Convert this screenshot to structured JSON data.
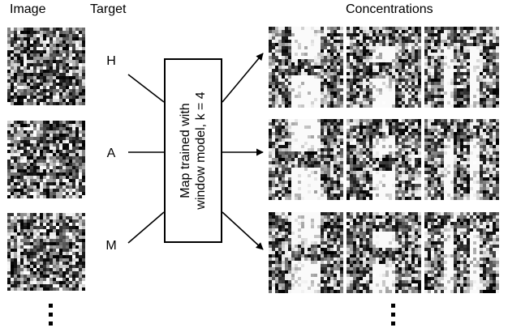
{
  "headers": {
    "image": "Image",
    "target": "Target",
    "concentrations": "Concentrations"
  },
  "rows": [
    {
      "target": "H",
      "letters": [
        "H",
        "A",
        "M"
      ]
    },
    {
      "target": "A",
      "letters": [
        "H",
        "A",
        "M"
      ]
    },
    {
      "target": "M",
      "letters": [
        "H",
        "A",
        "M"
      ]
    }
  ],
  "map_box": {
    "label": "Map trained with\nwindow model, k = 4"
  }
}
